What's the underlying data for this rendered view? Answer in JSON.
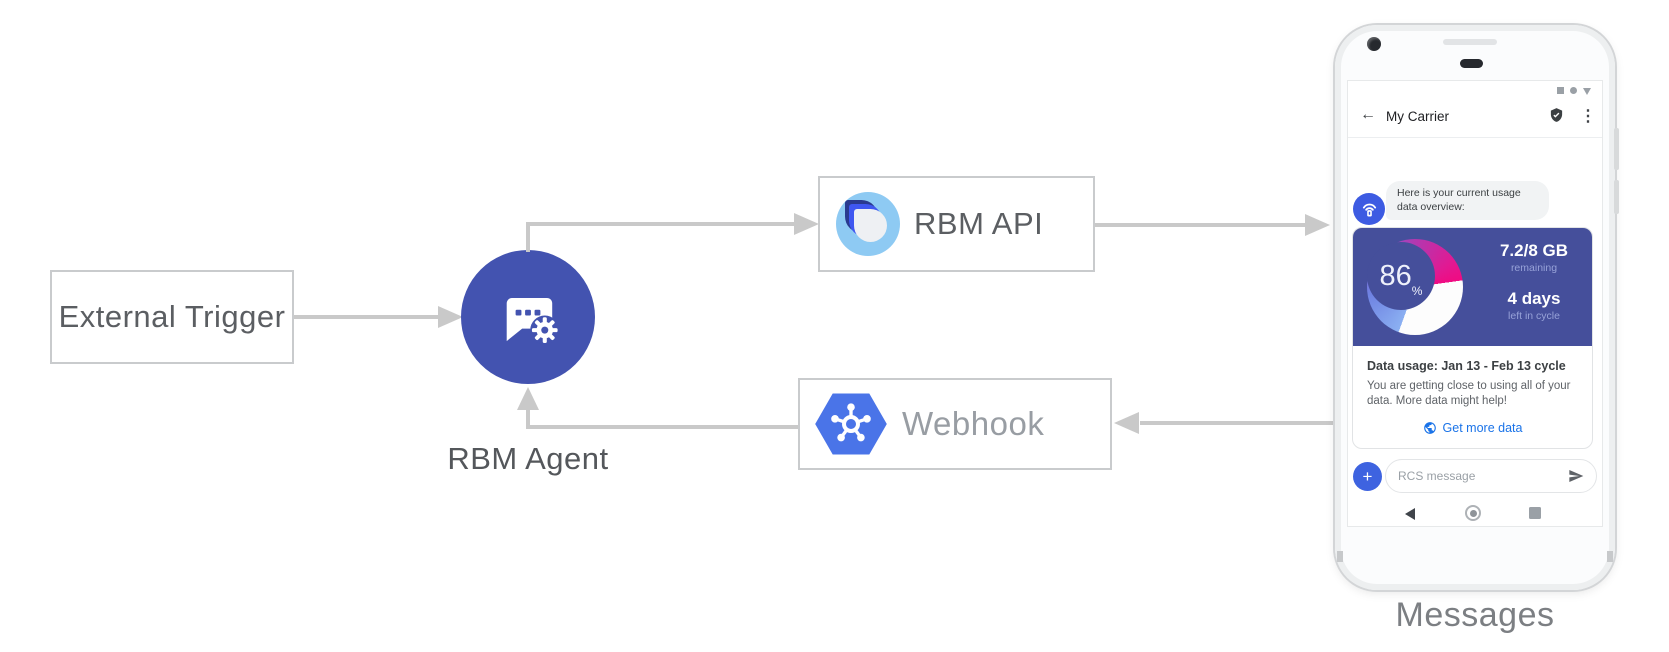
{
  "diagram": {
    "external_trigger_label": "External Trigger",
    "rbm_agent_label": "RBM Agent",
    "rbm_api_label": "RBM API",
    "webhook_label": "Webhook",
    "messages_caption": "Messages"
  },
  "icons": {
    "back_arrow": "←",
    "kebab_menu": "⋮",
    "plus": "+"
  },
  "phone": {
    "header": {
      "title": "My Carrier"
    },
    "chat": {
      "agent_message": "Here is your current usage data overview:"
    },
    "card": {
      "gauge_value": "86",
      "gauge_unit": "%",
      "stats": [
        {
          "value": "7.2/8 GB",
          "label": "remaining"
        },
        {
          "value": "4 days",
          "label": "left in cycle"
        }
      ],
      "title": "Data usage: Jan 13 - Feb 13 cycle",
      "body": "You are getting close to using all of your data. More data might help!",
      "action_label": "Get more data"
    },
    "composer": {
      "placeholder": "RCS message"
    }
  },
  "colors": {
    "line_gray": "#c9c9c9",
    "agent_indigo": "#4353b0",
    "card_indigo": "#454f9b",
    "avatar_blue": "#3d5be2",
    "plus_blue": "#3e63e0",
    "link_blue": "#1a73e8",
    "hexagon_blue": "#4a74e8",
    "rbm_logo_light_blue": "#8ecaf3",
    "gauge_gradient": [
      "#8bb0f2",
      "#6f83e2",
      "#8a5bd2",
      "#b238b0",
      "#e01a93",
      "#f00b82"
    ]
  }
}
